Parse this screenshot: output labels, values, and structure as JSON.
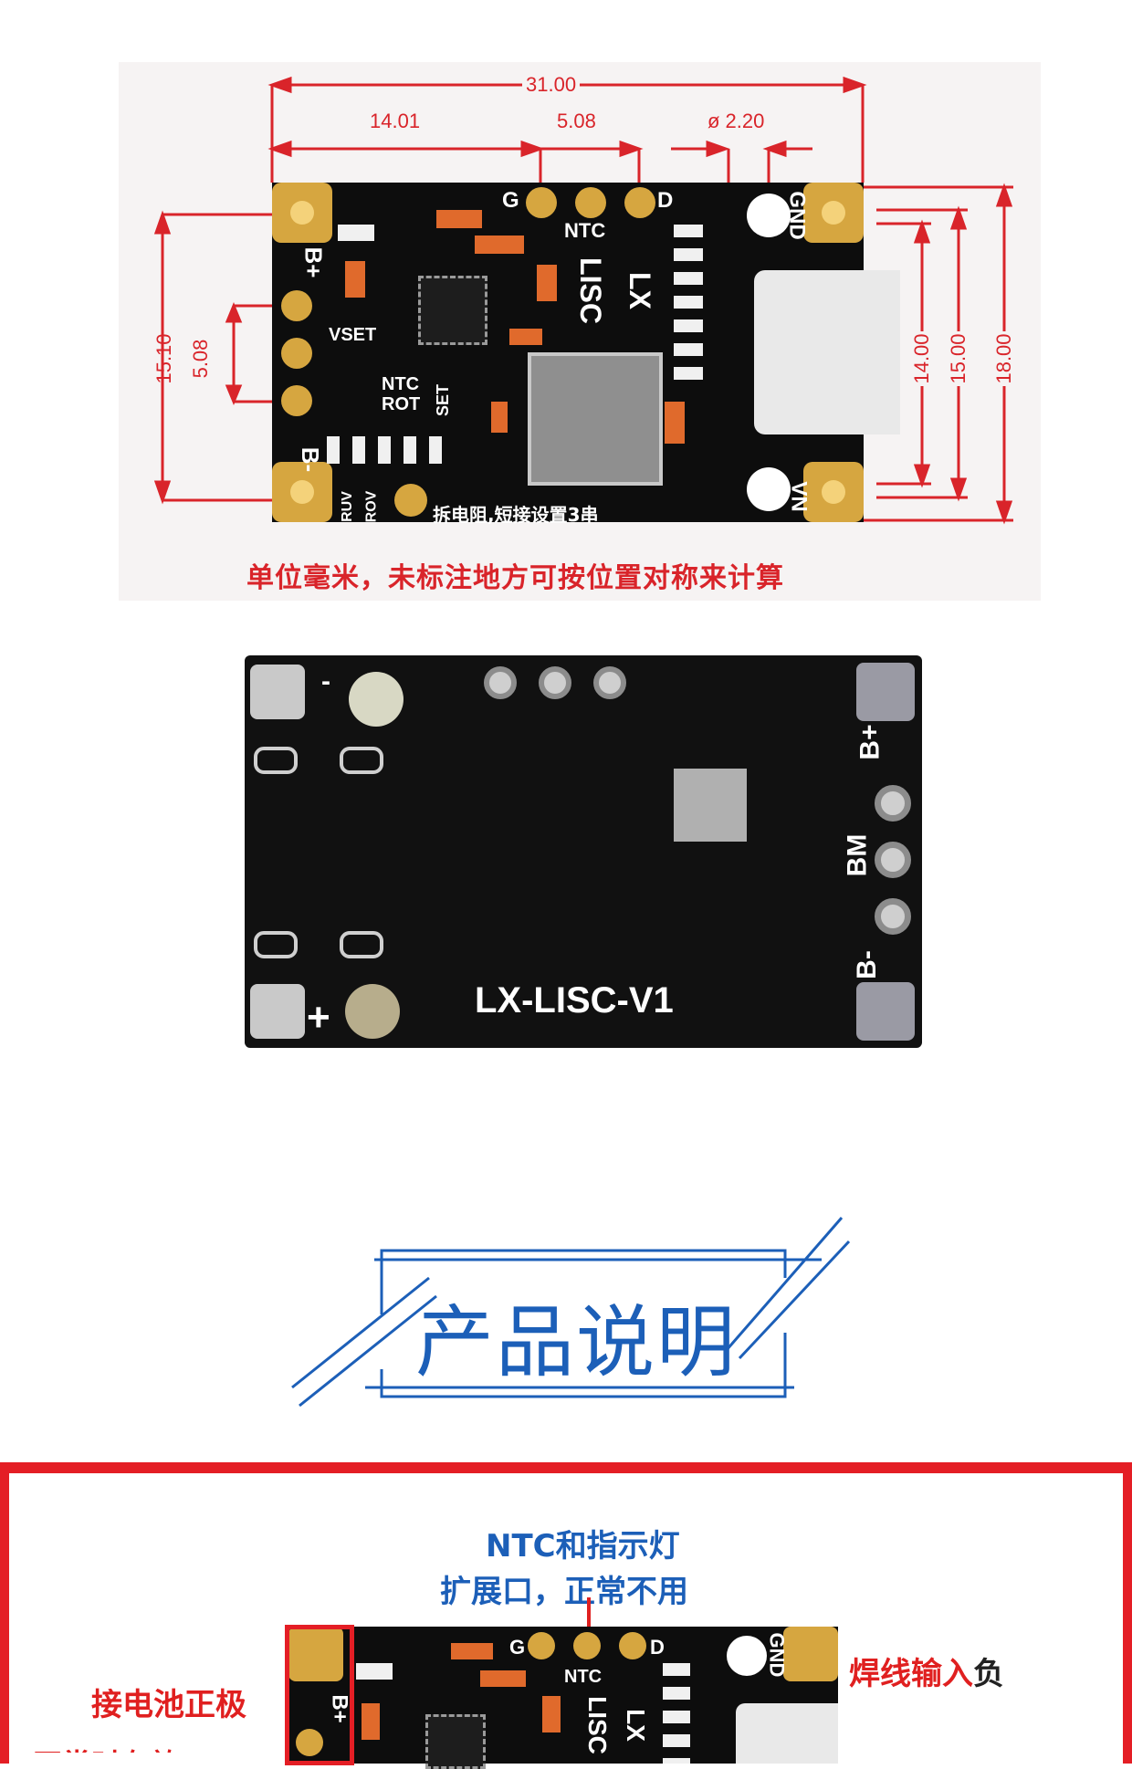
{
  "top_diagram": {
    "dims": {
      "overall_width": "31.00",
      "left_segment": "14.01",
      "pin_pitch": "5.08",
      "hole_diameter": "ø 2.20",
      "left_height": "15.10",
      "left_pitch": "5.08",
      "right_1": "14.00",
      "right_2": "15.00",
      "right_3": "18.00"
    },
    "silk": {
      "g": "G",
      "d": "D",
      "ntc_top": "NTC",
      "lx": "LX",
      "lisc": "LISC",
      "gnd": "GND",
      "vn": "VN",
      "b_plus": "B+",
      "b_minus": "B-",
      "vset": "VSET",
      "ntc_mid": "NTC",
      "rot": "ROT",
      "set": "SET",
      "ruv": "RUV",
      "rov": "ROV",
      "resistor_note": "拆电阻,短接设置3串"
    },
    "caption": "单位毫米，未标注地方可按位置对称来计算"
  },
  "bottom_board": {
    "model": "LX-LISC-V1",
    "b_plus": "B+",
    "bm": "BM",
    "b_minus": "B-",
    "minus_sign": "-",
    "plus_sign": "+"
  },
  "section_title": "产品说明",
  "annotated": {
    "ntc_line1": "NTC和指示灯",
    "ntc_line2": "扩展口，正常不用",
    "battery_positive": "接电池正极",
    "input_label": "焊线输入",
    "input_suffix": "负",
    "partial_line": "正常时有效",
    "silk_g": "G",
    "silk_d": "D",
    "silk_ntc": "NTC",
    "silk_lx": "LX",
    "silk_lisc": "LISC",
    "silk_gnd": "GND",
    "silk_bplus": "B+"
  },
  "colors": {
    "dimension_red": "#d9242a",
    "pcb_black": "#0d0d0d",
    "pad_gold": "#d6a640",
    "title_blue": "#1c5fb8",
    "frame_red": "#e41e25"
  }
}
